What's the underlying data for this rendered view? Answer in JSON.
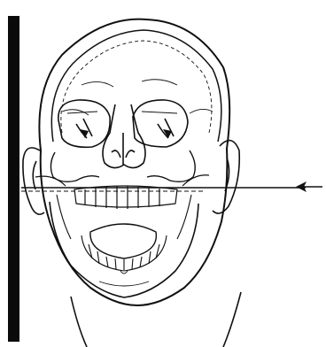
{
  "figure": {
    "colors": {
      "background": "#ffffff",
      "ink": "#111111",
      "plate": "#0a0a0a"
    },
    "parts": [
      {
        "name": "image-receptor-plate",
        "icon": "vertical-bar"
      },
      {
        "name": "head-outline",
        "icon": "head"
      },
      {
        "name": "skull",
        "icon": "skull"
      },
      {
        "name": "orbits",
        "icon": "eye-sockets"
      },
      {
        "name": "nasal-cavity",
        "icon": "nose"
      },
      {
        "name": "maxillary-teeth",
        "icon": "upper-teeth"
      },
      {
        "name": "mandible",
        "icon": "jaw"
      },
      {
        "name": "mandibular-teeth",
        "icon": "lower-teeth"
      },
      {
        "name": "ears",
        "icon": "ear"
      },
      {
        "name": "central-ray",
        "icon": "arrow-left"
      }
    ]
  }
}
